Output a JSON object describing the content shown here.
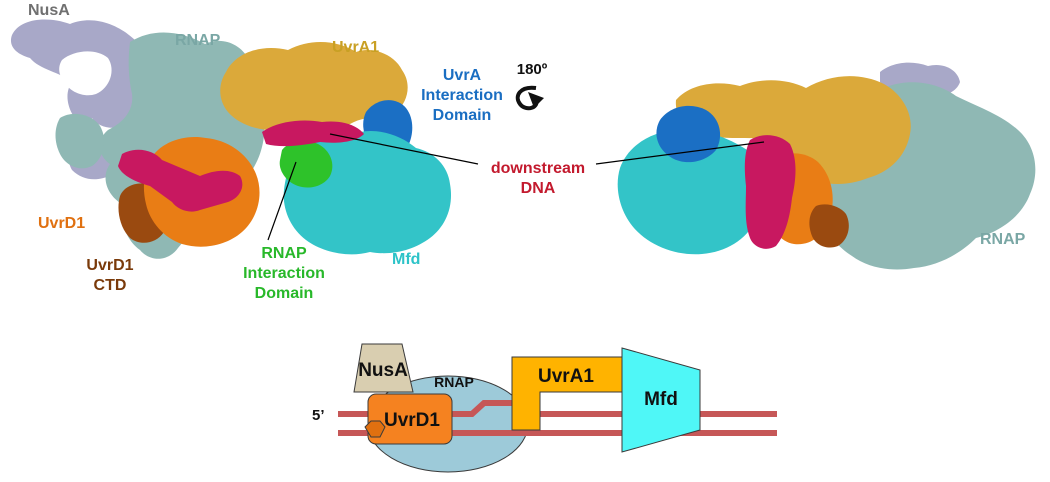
{
  "labels": {
    "nusa": "NusA",
    "rnap_left": "RNAP",
    "uvra1": "UvrA1",
    "uvra_line1": "UvrA",
    "uvra_line2": "Interaction",
    "uvra_line3": "Domain",
    "rotation": "180º",
    "downstream_line1": "downstream",
    "downstream_line2": "DNA",
    "uvrd1": "UvrD1",
    "uvrd1ctd_line1": "UvrD1",
    "uvrd1ctd_line2": "CTD",
    "rnapid_line1": "RNAP",
    "rnapid_line2": "Interaction",
    "rnapid_line3": "Domain",
    "mfd": "Mfd",
    "rnap_right": "RNAP"
  },
  "schematic": {
    "nusa": "NusA",
    "rnap": "RNAP",
    "uvra1": "UvrA1",
    "uvrd1": "UvrD1",
    "mfd": "Mfd",
    "five_prime": "5’"
  },
  "colors": {
    "nusa": "#a8a8c8",
    "rnap": "#8fb8b4",
    "uvra1": "#dba93a",
    "uvra_domain": "#1b6fc4",
    "mfd": "#33c4c8",
    "uvrd1": "#e97d15",
    "uvrd1_ctd": "#9a4a10",
    "dna": "#c81860",
    "rnap_id": "#2ec22a",
    "label_nusa": "#707070",
    "label_rnap": "#7aa7a5",
    "label_uvra1": "#c9a024",
    "label_uvra_domain": "#1a6ec2",
    "label_downstream": "#c31a2e",
    "label_uvrd1": "#e07010",
    "label_uvrd1ctd": "#7a3a0a",
    "label_rnapid": "#28b82a",
    "label_mfd": "#2cc3c8",
    "schem_nusa": "#d9ceb0",
    "schem_rnap": "#9dcad9",
    "schem_uvra1": "#ffb300",
    "schem_uvrd1": "#f58220",
    "schem_mfd": "#4ff7f7",
    "schem_dna": "#c65757"
  }
}
